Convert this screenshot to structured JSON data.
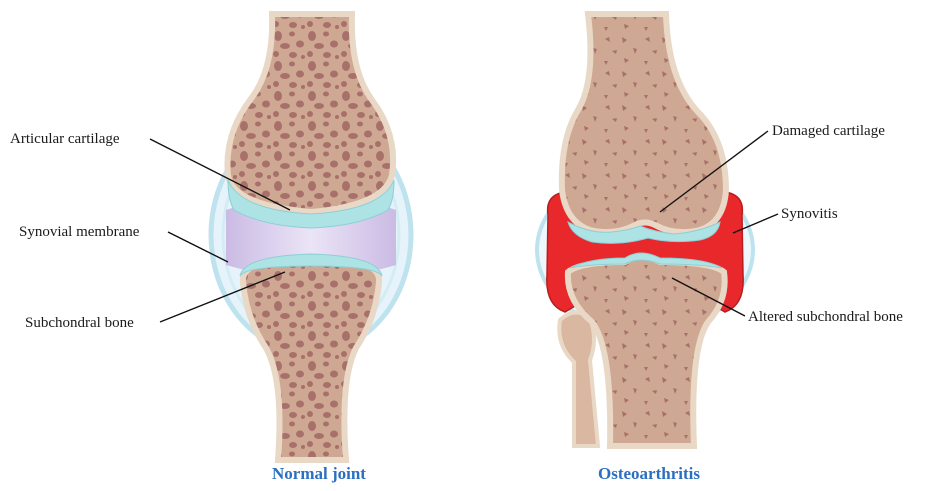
{
  "panels": [
    {
      "caption": "Normal joint",
      "labels": [
        "Articular cartilage",
        "Synovial membrane",
        "Subchondral bone"
      ]
    },
    {
      "caption": "Osteoarthritis",
      "labels": [
        "Damaged cartilage",
        "Synovitis",
        "Altered subchondral bone"
      ]
    }
  ],
  "colors": {
    "bone_fill": "#cfa893",
    "bone_outline": "#ead8c6",
    "bone_pore": "#a8706a",
    "cartilage": "#aee3e6",
    "synovial_fluid": "#d9cdec",
    "synovitis_red": "#e8282b",
    "capsule": "#bfe2ef",
    "caption_blue": "#2a6fc0"
  }
}
